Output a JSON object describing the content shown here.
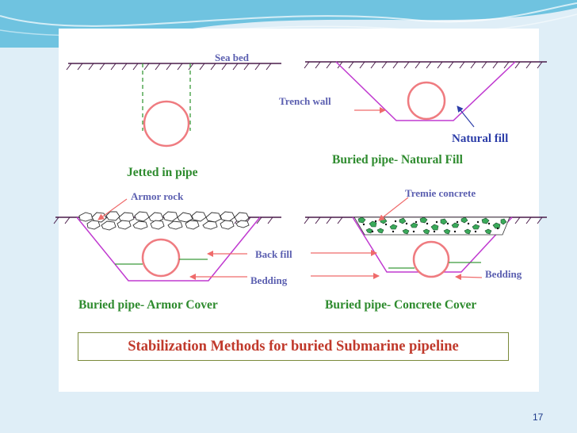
{
  "labels": {
    "sea_bed": "Sea bed",
    "trench_wall": "Trench wall",
    "natural_fill": "Natural fill",
    "jetted_in_pipe": "Jetted in pipe",
    "buried_natural_fill": "Buried pipe- Natural Fill",
    "armor_rock": "Armor rock",
    "tremie_concrete": "Tremie concrete",
    "back_fill": "Back fill",
    "bedding_left": "Bedding",
    "bedding_right": "Bedding",
    "buried_armor_cover": "Buried pipe- Armor Cover",
    "buried_concrete_cover": "Buried pipe- Concrete Cover"
  },
  "caption": "Stabilization Methods for buried Submarine pipeline",
  "page_number": "17",
  "colors": {
    "pipe": "#ef7b80",
    "trench": "#c03ad0",
    "seabed": "#4a1c4a",
    "dashed": "#3a9a3a",
    "arrow": "#ef6b6b",
    "blue_label": "#5b5fb0",
    "green_label": "#2e8b2e",
    "caption": "#c0392b",
    "concrete_green": "#3aaa5a"
  }
}
